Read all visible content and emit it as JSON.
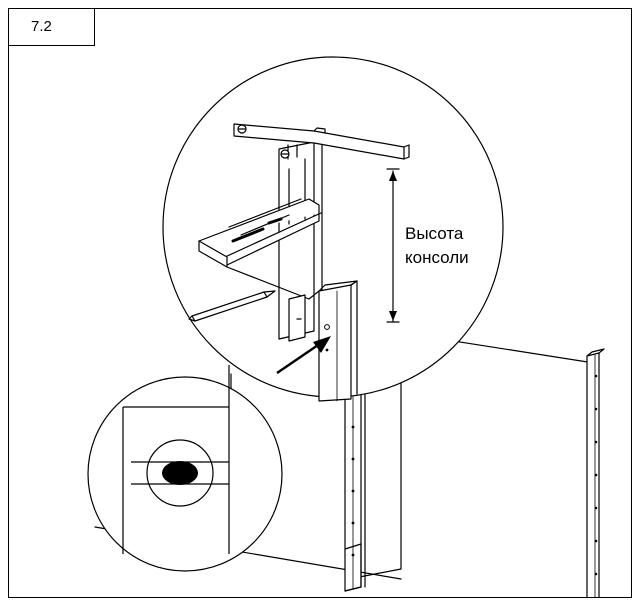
{
  "step": {
    "number": "7.2"
  },
  "callout": {
    "line1": "Высота",
    "line2": "консоли"
  },
  "colors": {
    "stroke": "#000000",
    "background": "#ffffff",
    "dot": "#000000"
  }
}
